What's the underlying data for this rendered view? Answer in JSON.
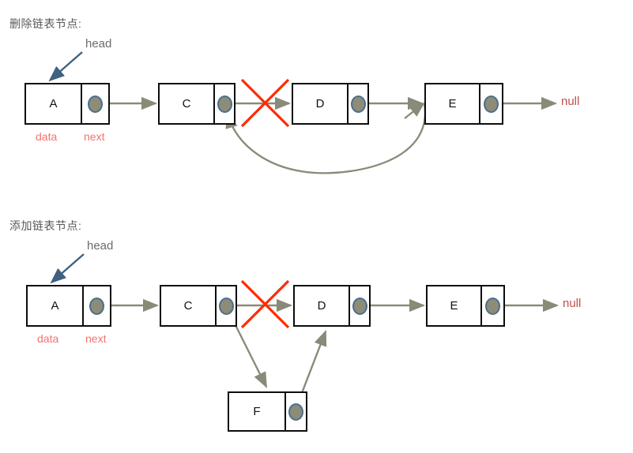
{
  "meta": {
    "colors": {
      "node_border": "#0d0d0d",
      "dot_fill": "#8c8c78",
      "dot_border": "#4c6e8c",
      "arrow_gray": "#8a8a78",
      "head_arrow_blue": "#3f6280",
      "cross_red": "#ff2a00",
      "label_red": "#f3736c",
      "null_red": "#c0504d",
      "title_gray": "#595959"
    }
  },
  "sections": [
    {
      "id": "delete",
      "title": "删除链表节点:",
      "head_label": "head",
      "null_label": "null",
      "data_label": "data",
      "next_label": "next",
      "nodes": [
        {
          "name": "node-a",
          "value": "A"
        },
        {
          "name": "node-c",
          "value": "C"
        },
        {
          "name": "node-d",
          "value": "D"
        },
        {
          "name": "node-e",
          "value": "E"
        }
      ]
    },
    {
      "id": "add",
      "title": "添加链表节点:",
      "head_label": "head",
      "null_label": "null",
      "data_label": "data",
      "next_label": "next",
      "nodes": [
        {
          "name": "node-a",
          "value": "A"
        },
        {
          "name": "node-c",
          "value": "C"
        },
        {
          "name": "node-d",
          "value": "D"
        },
        {
          "name": "node-e",
          "value": "E"
        },
        {
          "name": "node-f",
          "value": "F"
        }
      ]
    }
  ]
}
